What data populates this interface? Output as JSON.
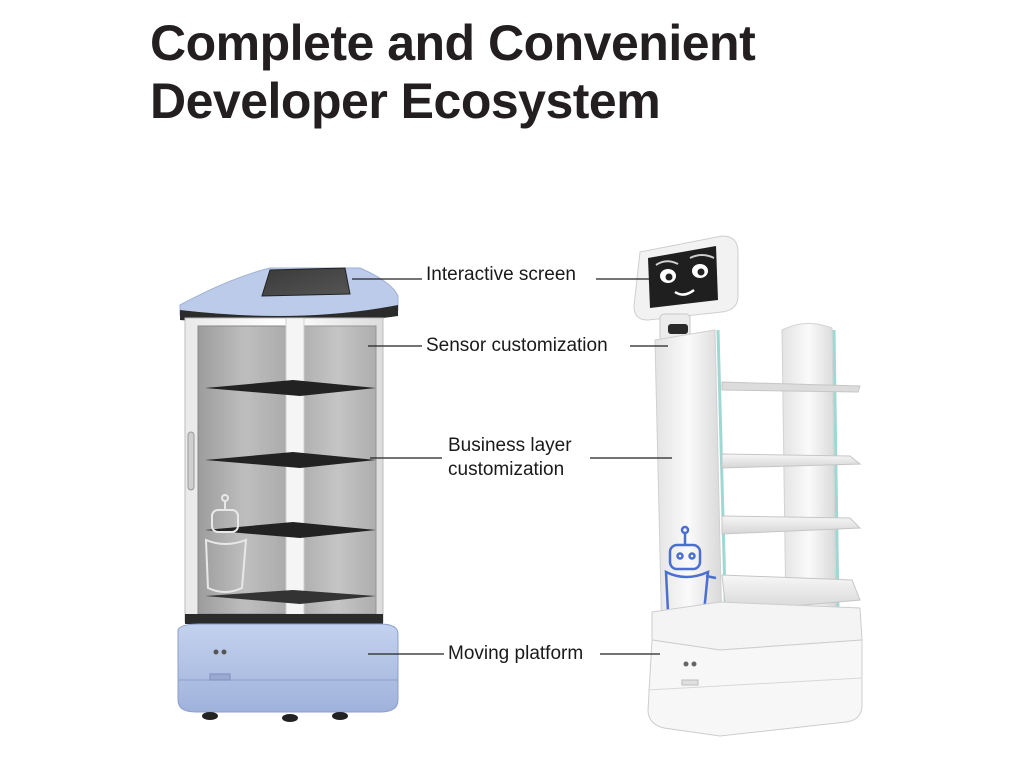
{
  "title": {
    "line1": "Complete and Convenient",
    "line2": "Developer Ecosystem"
  },
  "labels": {
    "interactive_screen": "Interactive screen",
    "sensor_customization": "Sensor customization",
    "business_layer_line1": "Business layer",
    "business_layer_line2": "customization",
    "moving_platform": "Moving platform"
  },
  "colors": {
    "title": "#231f20",
    "left_robot_accent": "#b5c6e6",
    "right_robot_body": "#f2f2f2",
    "screen_face": "#2a2a2a",
    "trim_teal": "#9fd7d3"
  }
}
